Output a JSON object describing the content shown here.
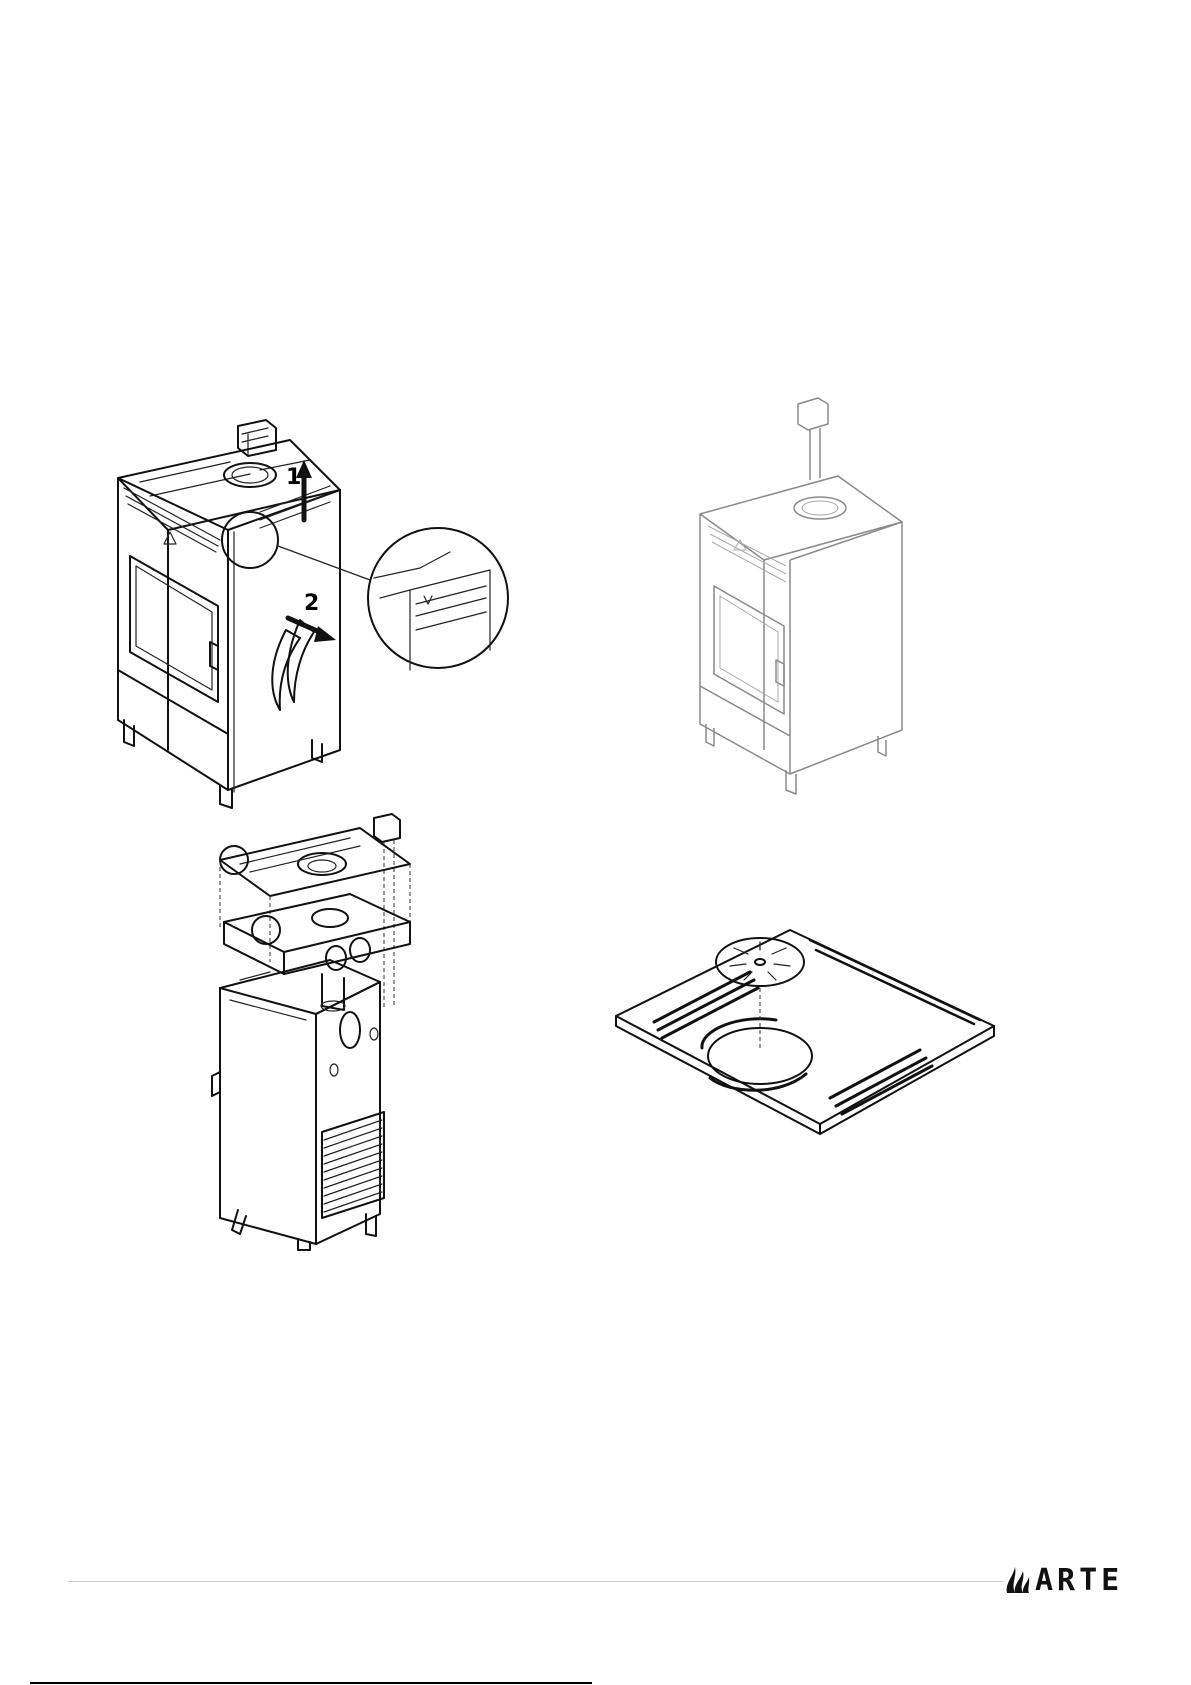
{
  "figure_top_left": {
    "step_1": "1",
    "step_2": "2"
  },
  "footer": {
    "brand_name": "ARTE",
    "page_mark": ""
  },
  "colors": {
    "line": "#111111",
    "faded_line": "#8a8a8a",
    "rule": "#cfcfcf"
  },
  "icons": {
    "brand_logo": "flame-icon",
    "arrow_up": "arrow-up-icon",
    "arrow_side": "arrow-right-down-icon"
  }
}
